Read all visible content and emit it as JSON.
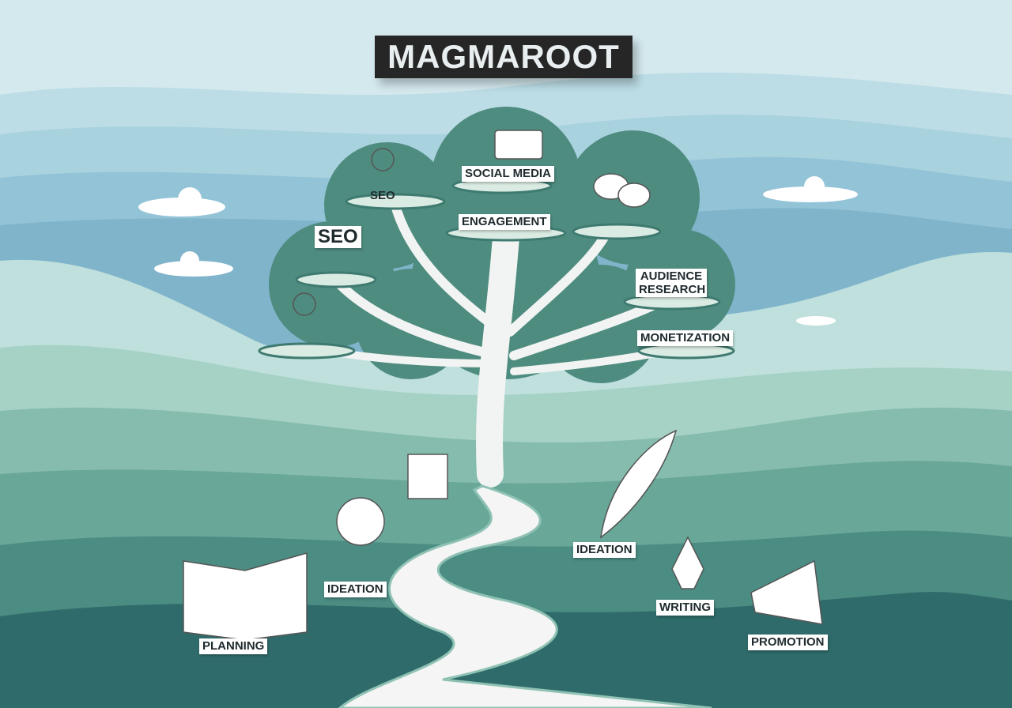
{
  "title": "MAGMAROOT",
  "tree_labels": {
    "seo_top": "SEO",
    "social_media": "SOCIAL MEDIA",
    "seo_big": "SEO",
    "engagement": "ENGAGEMENT",
    "audience_research": "AUDIENCE RESEARCH",
    "monetization": "MONETIZATION"
  },
  "path_labels": {
    "ideation_bulb": "IDEATION",
    "ideation_feather": "IDEATION",
    "planning": "PLANNING",
    "writing": "WRITING",
    "promotion": "PROMOTION"
  },
  "colors": {
    "sky": "#cfe6ec",
    "canopy": "#4f8c80",
    "dark_hill": "#2f6b6a",
    "path": "#f4f5f4"
  }
}
